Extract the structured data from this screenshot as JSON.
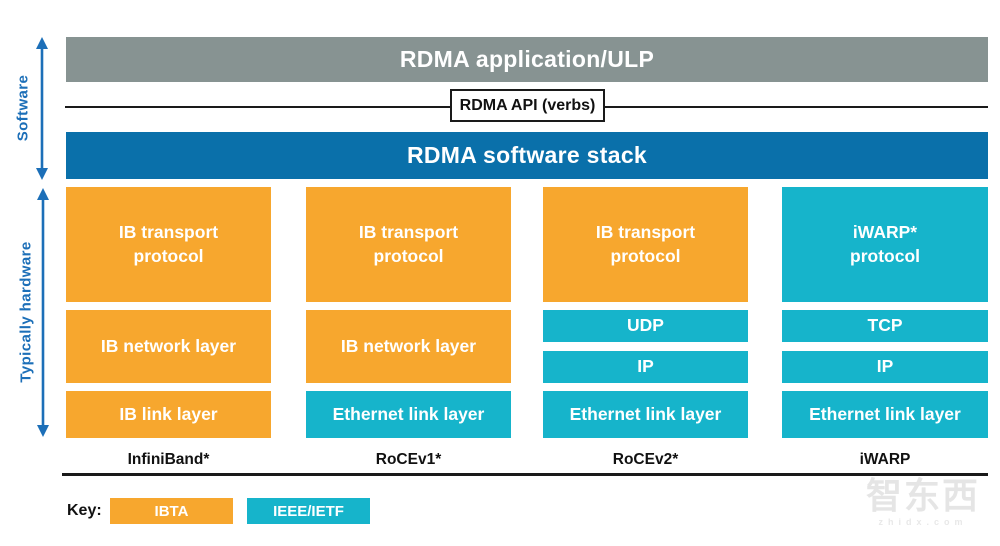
{
  "left_rail": {
    "software_label": "Software",
    "hardware_label": "Typically hardware"
  },
  "header": {
    "application_bar": "RDMA application/ULP",
    "api_box": "RDMA API (verbs)",
    "software_stack_bar": "RDMA software stack"
  },
  "columns": [
    {
      "name": "InfiniBand*",
      "boxes": [
        {
          "label": "IB transport protocol",
          "org": "IBTA"
        },
        {
          "label": "IB network layer",
          "org": "IBTA"
        },
        {
          "label": "IB link layer",
          "org": "IBTA"
        }
      ]
    },
    {
      "name": "RoCEv1*",
      "boxes": [
        {
          "label": "IB transport protocol",
          "org": "IBTA"
        },
        {
          "label": "IB network layer",
          "org": "IBTA"
        },
        {
          "label": "Ethernet link layer",
          "org": "IEEE/IETF"
        }
      ]
    },
    {
      "name": "RoCEv2*",
      "boxes": [
        {
          "label": "IB transport protocol",
          "org": "IBTA"
        },
        {
          "label": "UDP",
          "org": "IEEE/IETF"
        },
        {
          "label": "IP",
          "org": "IEEE/IETF"
        },
        {
          "label": "Ethernet link layer",
          "org": "IEEE/IETF"
        }
      ]
    },
    {
      "name": "iWARP",
      "boxes": [
        {
          "label": "iWARP* protocol",
          "org": "IEEE/IETF"
        },
        {
          "label": "TCP",
          "org": "IEEE/IETF"
        },
        {
          "label": "IP",
          "org": "IEEE/IETF"
        },
        {
          "label": "Ethernet link layer",
          "org": "IEEE/IETF"
        }
      ]
    }
  ],
  "key": {
    "label": "Key:",
    "items": [
      {
        "label": "IBTA",
        "color": "#F7A72E"
      },
      {
        "label": "IEEE/IETF",
        "color": "#16B4CB"
      }
    ]
  },
  "watermark": {
    "logo": "智东西",
    "domain": "zhidx.com"
  },
  "colors": {
    "ibta_orange": "#F7A72E",
    "ieee_cyan": "#16B4CB",
    "app_bar_gray": "#879392",
    "stack_bar_blue": "#0A70AA",
    "axis_blue": "#1C6FB8",
    "line_black": "#1A1A1A"
  }
}
